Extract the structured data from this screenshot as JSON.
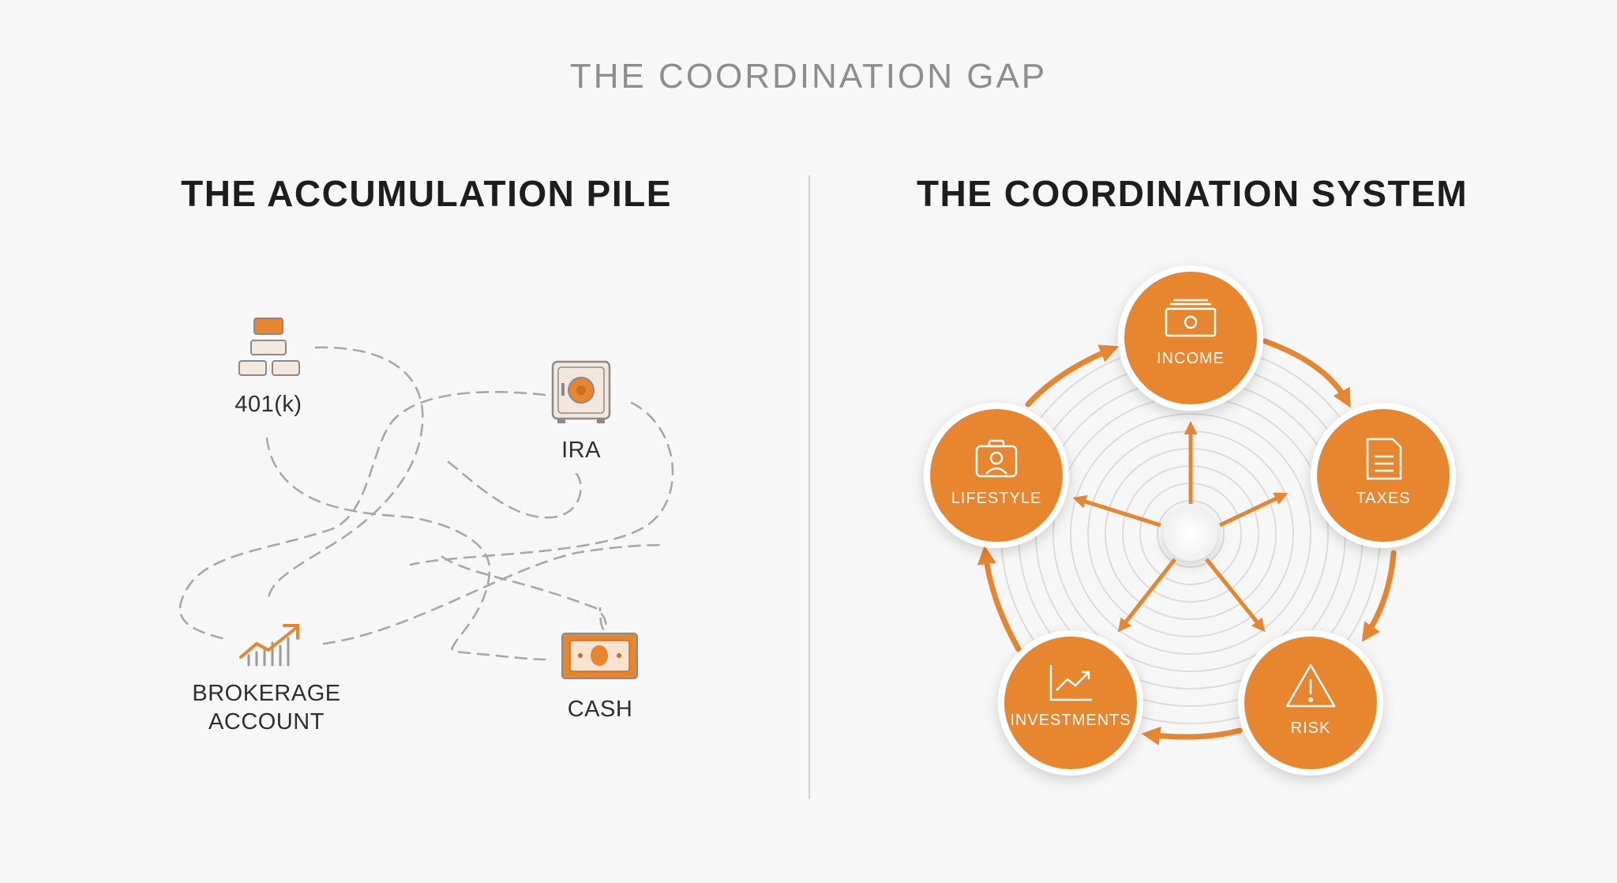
{
  "title": "THE COORDINATION GAP",
  "left_panel": {
    "heading": "THE ACCUMULATION PILE",
    "items": [
      {
        "label": "401(k)",
        "icon": "stacked-blocks-icon"
      },
      {
        "label": "IRA",
        "icon": "safe-icon"
      },
      {
        "label": "BROKERAGE\nACCOUNT",
        "icon": "chart-growth-icon"
      },
      {
        "label": "CASH",
        "icon": "cash-bill-icon"
      }
    ]
  },
  "right_panel": {
    "heading": "THE COORDINATION SYSTEM",
    "nodes": [
      {
        "label": "INCOME",
        "icon": "money-stack-icon"
      },
      {
        "label": "TAXES",
        "icon": "document-icon"
      },
      {
        "label": "RISK",
        "icon": "warning-icon"
      },
      {
        "label": "INVESTMENTS",
        "icon": "line-chart-icon"
      },
      {
        "label": "LIFESTYLE",
        "icon": "portrait-icon"
      }
    ]
  },
  "colors": {
    "accent": "#e8852f",
    "title_gray": "#8d8d8d",
    "heading": "#1d1d1d",
    "dashed_line": "#a8a8a8"
  }
}
